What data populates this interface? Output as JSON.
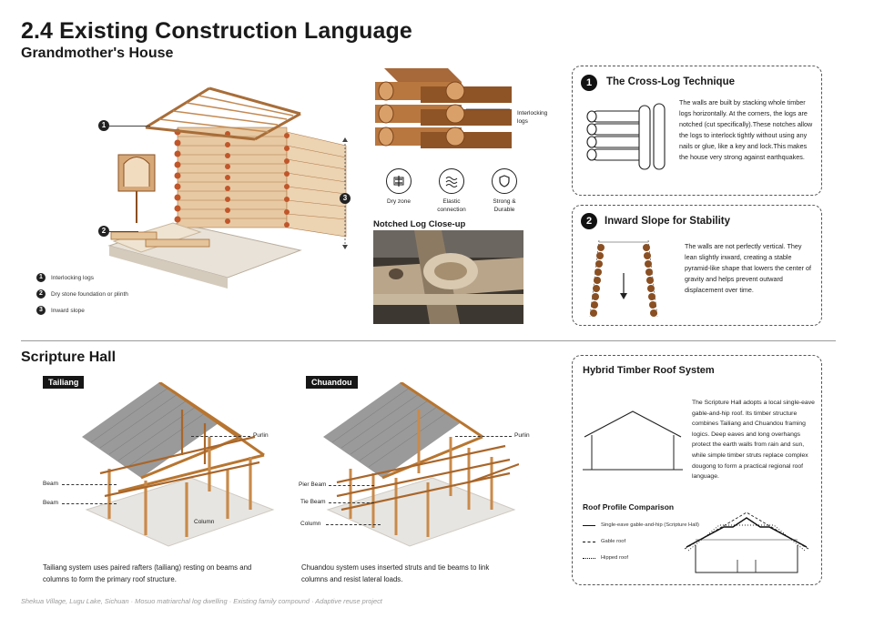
{
  "title": "2.4 Existing Construction Language",
  "section1": {
    "heading": "Grandmother's House",
    "markers": [
      "1",
      "2",
      "3"
    ],
    "legend": [
      {
        "num": "1",
        "text": "Interlocking logs"
      },
      {
        "num": "2",
        "text": "Dry stone foundation or plinth"
      },
      {
        "num": "3",
        "text": "Inward slope"
      }
    ],
    "detail_label": "Interlocking\nlogs",
    "icons": [
      {
        "name": "dry-zone-icon",
        "label": "Dry zone"
      },
      {
        "name": "elastic-connection-icon",
        "label": "Elastic\nconnection"
      },
      {
        "name": "shield-icon",
        "label": "Strong &\nDurable"
      }
    ],
    "photo_title": "Notched Log Close-up"
  },
  "card1": {
    "num": "1",
    "title": "The Cross-Log Technique",
    "text": "The walls are built by stacking whole timber logs horizontally. At the corners, the logs are notched (cut specifically).These notches allow the logs to interlock tightly without using any nails or glue, like a key and lock.This makes the house very strong against earthquakes."
  },
  "card2": {
    "num": "2",
    "title": "Inward Slope for Stability",
    "text": "The walls are not perfectly vertical. They lean slightly inward, creating a stable pyramid-like shape that lowers the center of gravity and helps prevent outward displacement over time."
  },
  "section2": {
    "heading": "Scripture Hall",
    "tailiang": {
      "tag": "Tailiang",
      "labels": {
        "purlin": "Purlin",
        "beam1": "Beam",
        "beam2": "Beam",
        "column": "Column"
      },
      "caption": "Tailiang system uses paired rafters (tailiang) resting on beams and columns to form the primary roof structure."
    },
    "chuandou": {
      "tag": "Chuandou",
      "labels": {
        "purlin": "Purlin",
        "pier_beam": "Pier Beam",
        "tie_beam": "Tie Beam",
        "column": "Column"
      },
      "caption": "Chuandou system uses inserted struts and tie beams to link columns and resist lateral loads."
    }
  },
  "card3": {
    "title": "Hybrid Timber Roof System",
    "text": "The Scripture Hall adopts a local single-eave gable-and-hip roof. Its timber structure combines Tailiang and Chuandou framing logics. Deep eaves and long overhangs protect the earth walls from rain and sun, while simple timber struts replace complex dougong to form a practical regional roof language.",
    "comparison_title": "Roof Profile Comparison",
    "legend": [
      {
        "style": "solid",
        "text": "Single-eave gable-and-hip (Scripture Hall)"
      },
      {
        "style": "dashed",
        "text": "Gable roof"
      },
      {
        "style": "dotted",
        "text": "Hipped roof"
      }
    ]
  },
  "footer": "Shekua Village, Lugu Lake, Sichuan · Mosuo matriarchal log dwelling · Existing family compound · Adaptive reuse project",
  "colors": {
    "wood": "#c98a4a",
    "wood_dark": "#8a4f22",
    "log_red": "#c0562a",
    "stone": "#d9d2c7",
    "roof_grey": "#8c8c8c"
  }
}
